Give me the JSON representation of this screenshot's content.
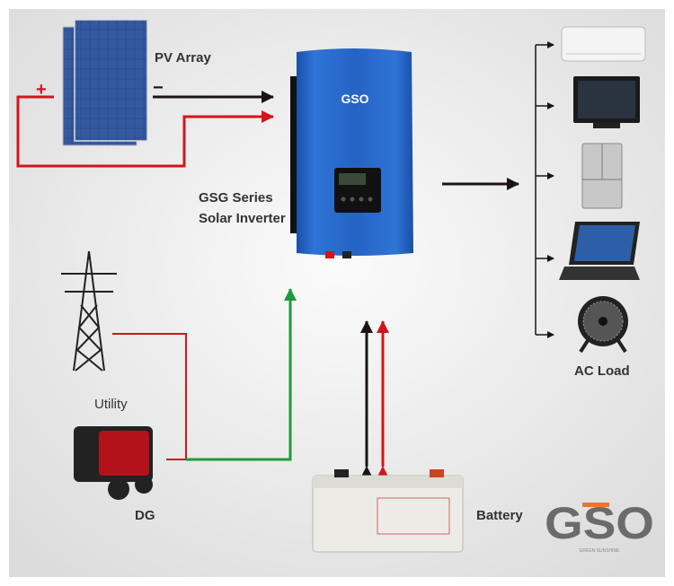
{
  "labels": {
    "pv_array": "PV Array",
    "plus": "+",
    "minus": "−",
    "inverter_line1": "GSG Series",
    "inverter_line2": "Solar Inverter",
    "inverter_brand": "GSO",
    "ac_load": "AC Load",
    "utility": "Utility",
    "dg": "DG",
    "battery": "Battery"
  },
  "logo": {
    "text": "GSO",
    "tagline": "GREEN SUNSHINE"
  },
  "colors": {
    "dc_positive": "#d3141c",
    "dc_negative": "#1a1414",
    "ac_output": "#1a1414",
    "ac_input": "#1e9a3c",
    "utility_line": "#d3141c",
    "inverter_body": "#2563c4",
    "logo_gray": "#6b6b6b",
    "logo_orange": "#ee7434"
  }
}
